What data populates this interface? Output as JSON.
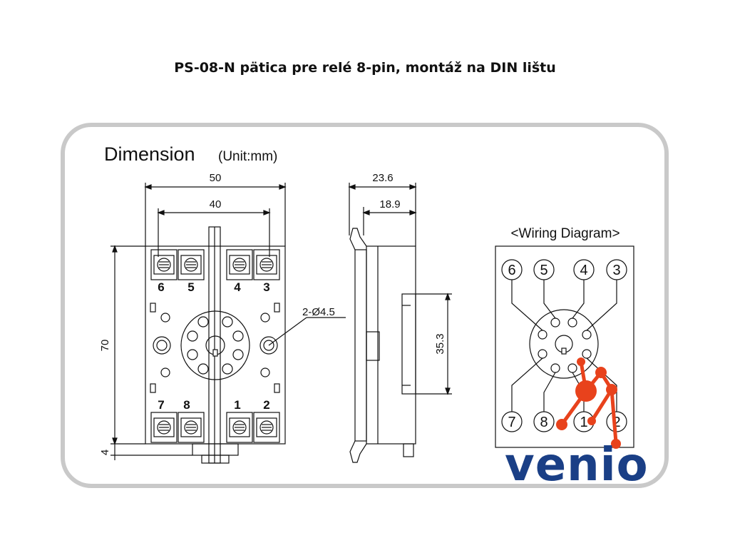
{
  "title": "PS-08-N pätica pre relé 8-pin, montáž na DIN lištu",
  "panel": {
    "heading": "Dimension",
    "unit_label": "(Unit:mm)"
  },
  "front_view": {
    "width_outer": "50",
    "width_inner": "40",
    "height": "70",
    "bottom_offset": "4",
    "hole_label": "2-Ø4.5",
    "top_pins": [
      "6",
      "5",
      "4",
      "3"
    ],
    "bottom_pins": [
      "7",
      "8",
      "1",
      "2"
    ]
  },
  "side_view": {
    "depth_total": "23.6",
    "depth_inner": "18.9",
    "rail_height": "35.3"
  },
  "wiring": {
    "title": "<Wiring Diagram>",
    "top_terminals": [
      "6",
      "5",
      "4",
      "3"
    ],
    "bottom_terminals": [
      "7",
      "8",
      "1",
      "2"
    ]
  },
  "brand": {
    "name": "venio",
    "text_color": "#1a3f86",
    "accent_color": "#e8421c"
  }
}
